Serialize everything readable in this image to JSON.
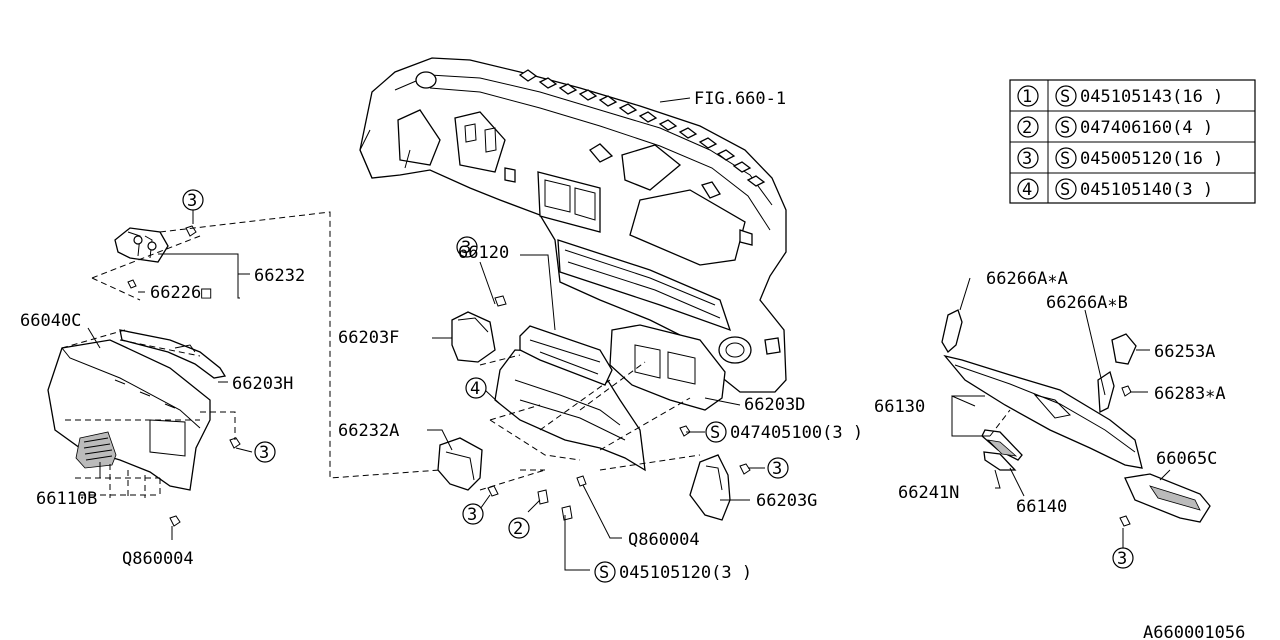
{
  "labels": {
    "fig_ref": "FIG.660-1",
    "p66232": "66232",
    "p66226": "66226□",
    "p66040c": "66040C",
    "p66203h": "66203H",
    "p66110b": "66110B",
    "q860004_left": "Q860004",
    "p66120": "66120",
    "p66203f": "66203F",
    "p66232a": "66232A",
    "p66203d": "66203D",
    "s047405100": "047405100(3 )",
    "p66203g": "66203G",
    "q860004_mid": "Q860004",
    "s045105120": "045105120(3 )",
    "p66266a_a": "66266A∗A",
    "p66266a_b": "66266A∗B",
    "p66253a": "66253A",
    "p66283a": "66283∗A",
    "p66130": "66130",
    "p66241n": "66241N",
    "p66140": "66140",
    "p66065c": "66065C",
    "diagram_id": "A660001056",
    "s_mark": "S"
  },
  "callouts": {
    "c1": "1",
    "c2": "2",
    "c3": "3",
    "c4": "4"
  },
  "table": {
    "rows": [
      {
        "num": "1",
        "mark": "S",
        "part": "045105143(16 )"
      },
      {
        "num": "2",
        "mark": "S",
        "part": "047406160(4 )"
      },
      {
        "num": "3",
        "mark": "S",
        "part": "045005120(16 )"
      },
      {
        "num": "4",
        "mark": "S",
        "part": "045105140(3 )"
      }
    ]
  }
}
